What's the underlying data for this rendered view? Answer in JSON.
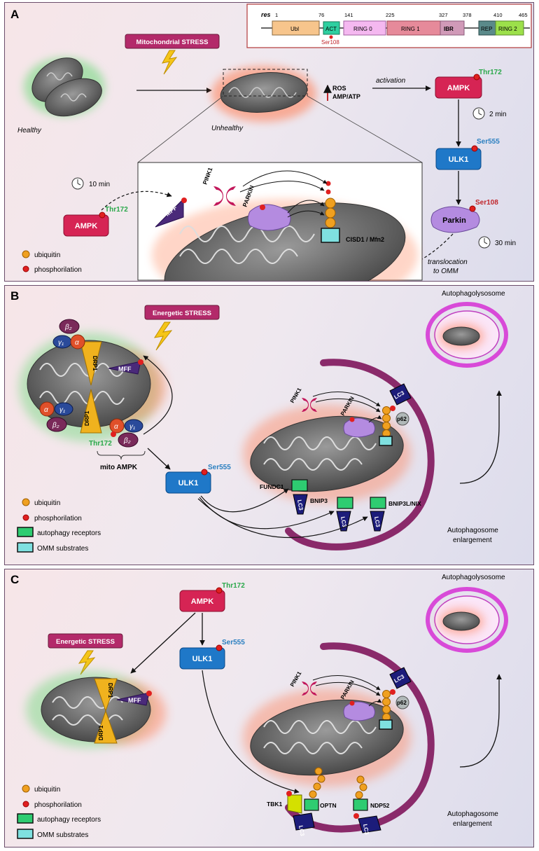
{
  "panels": {
    "A": {
      "letter": "A",
      "domain_map": {
        "res_label": "res",
        "positions": [
          "1",
          "76",
          "141",
          "225",
          "327",
          "378",
          "410",
          "465"
        ],
        "domains": [
          "Ubl",
          "ACT",
          "RING 0",
          "RING 1",
          "IBR",
          "REP",
          "RING 2"
        ],
        "site": "Ser108"
      },
      "healthy_label": "Healthy",
      "unhealthy_label": "Unhealthy",
      "stress_label": "Mitochondrial STRESS",
      "ros_label": "ROS",
      "amp_label": "AMP/ATP",
      "activation_label": "activation",
      "ampk_label": "AMPK",
      "ampk_site": "Thr172",
      "time_2": "2 min",
      "ulk1_label": "ULK1",
      "ulk1_site": "Ser555",
      "parkin_label": "Parkin",
      "parkin_site": "Ser108",
      "time_30": "30 min",
      "translocation_1": "translocation",
      "translocation_2": "to OMM",
      "time_10": "10 min",
      "ampk2_label": "AMPK",
      "ampk2_site": "Thr172",
      "mff_label": "MFF",
      "pink1_label": "PINK1",
      "parkin_inset_label": "PARKIN",
      "cisd_label": "CISD1 / Mfn2",
      "legend_ubiquitin": "ubiquitin",
      "legend_phos": "phosphorilation"
    },
    "B": {
      "letter": "B",
      "stress_label": "Energetic STRESS",
      "autophagolysosome": "Autophagolysosome",
      "beta2": "β₂",
      "gamma1": "γ₁",
      "alpha": "α",
      "drp1": "DRP1",
      "mff_label": "MFF",
      "thr172": "Thr172",
      "mito_ampk": "mito AMPK",
      "ulk1_label": "ULK1",
      "ulk1_site": "Ser555",
      "pink1_label": "PINK1",
      "parkin_label": "PARKIN",
      "lc3": "LC3",
      "p62": "p62",
      "fundc1": "FUNDC1",
      "bnip3": "BNIP3",
      "bnip3l": "BNIP3L/NIX",
      "enlargement_1": "Autophagosome",
      "enlargement_2": "enlargement",
      "legend_ubiquitin": "ubiquitin",
      "legend_phos": "phosphorilation",
      "legend_receptors": "autophagy receptors",
      "legend_omm": "OMM substrates"
    },
    "C": {
      "letter": "C",
      "autophagolysosome": "Autophagolysosome",
      "ampk_label": "AMPK",
      "ampk_site": "Thr172",
      "stress_label": "Energetic STRESS",
      "ulk1_label": "ULK1",
      "ulk1_site": "Ser555",
      "drp1": "DRP1",
      "mff_label": "MFF",
      "pink1_label": "PINK1",
      "parkin_label": "PARKIN",
      "lc3": "LC3",
      "p62": "p62",
      "tbk1": "TBK1",
      "optn": "OPTN",
      "ndp52": "NDP52",
      "enlargement_1": "Autophagosome",
      "enlargement_2": "enlargement",
      "legend_ubiquitin": "ubiquitin",
      "legend_phos": "phosphorilation",
      "legend_receptors": "autophagy receptors",
      "legend_omm": "OMM substrates"
    }
  },
  "colors": {
    "ampk": "#d62454",
    "ulk1": "#1f78c8",
    "parkin": "#b48be0",
    "pink1": "#c2185b",
    "mff": "#4a2a7a",
    "drp1": "#f0b21e",
    "lc3": "#1c1c7a",
    "receptor": "#2ecc71",
    "ubiquitin": "#f0a020",
    "phos": "#e02020",
    "site_green": "#2aa84a",
    "site_blue": "#2a7fc0",
    "site_red": "#c0262c",
    "autophagosome": "#8a2a6a",
    "lysosome": "#d84ad8"
  }
}
